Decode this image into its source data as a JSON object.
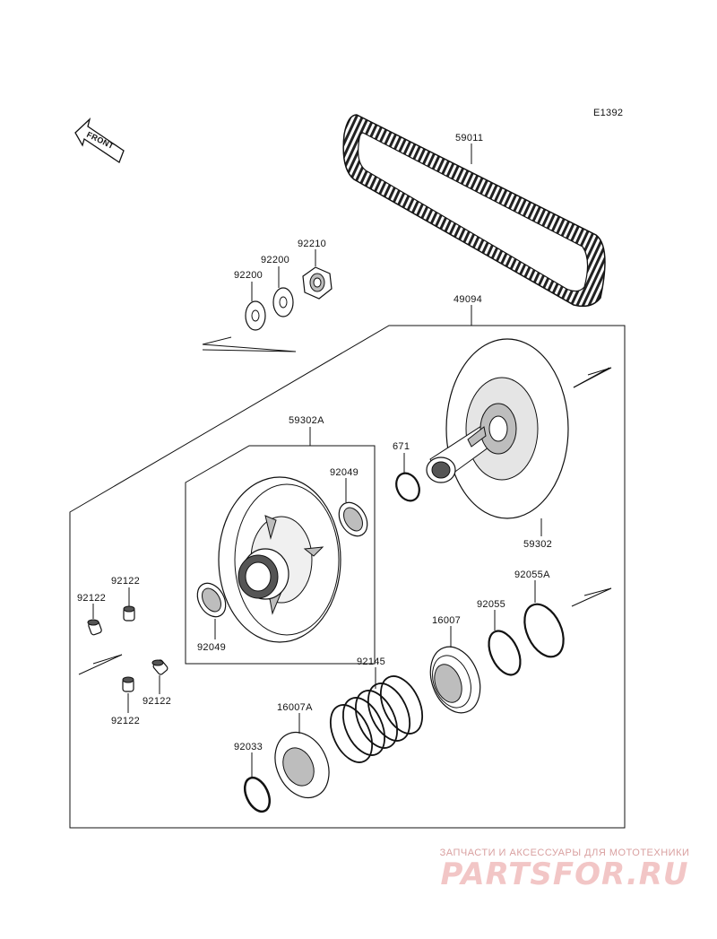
{
  "diagram_code": "E1392",
  "front_label": "FRONT",
  "parts": {
    "p59011": "59011",
    "p49094": "49094",
    "p92210": "92210",
    "p92200a": "92200",
    "p92200b": "92200",
    "p671": "671",
    "p59302A": "59302A",
    "p59302": "59302",
    "p92049a": "92049",
    "p92049b": "92049",
    "p92055A": "92055A",
    "p92055": "92055",
    "p16007": "16007",
    "p92145": "92145",
    "p16007A": "16007A",
    "p92033": "92033",
    "p92122a": "92122",
    "p92122b": "92122",
    "p92122c": "92122",
    "p92122d": "92122"
  },
  "watermark": {
    "tagline": "ЗАПЧАСТИ И АКСЕССУАРЫ ДЛЯ МОТОТЕХНИКИ",
    "brand": "PARTSFOR.RU"
  }
}
